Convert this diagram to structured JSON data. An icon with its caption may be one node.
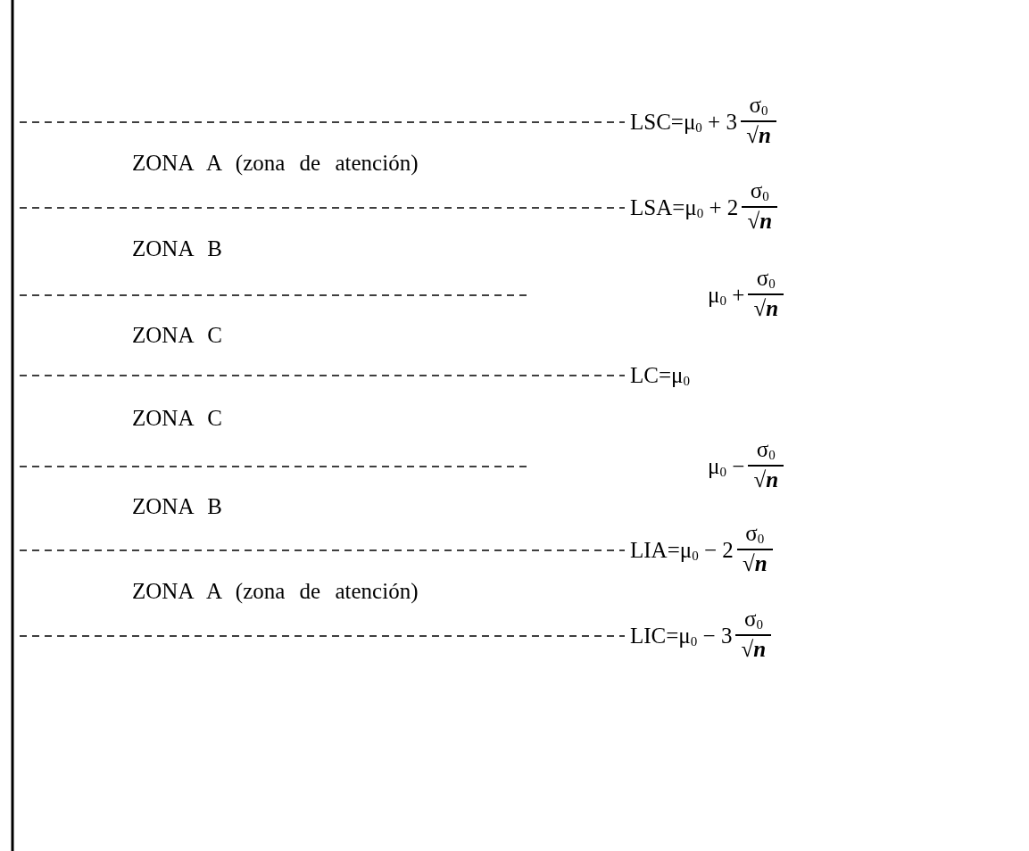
{
  "diagram": {
    "labels": [
      "LSC=μ$_{0}$ + 3",
      "σ$_{0}$",
      "√*n*",
      "ZONA A (zona de atención)",
      "LSA=μ$_{0}$ + 2",
      "σ$_{0}$",
      "√*n*",
      "ZONA B",
      "μ$_{0}$ + ",
      "σ$_{0}$",
      "√*n*",
      "ZONA C",
      "LC=μ$_{0}$",
      "ZONA C",
      "μ$_{0}$ − ",
      "σ$_{0}$",
      "√*n*",
      "ZONA B",
      "LIA=μ$_{0}$ − 2",
      "σ$_{0}$",
      "√*n*",
      "ZONA A (zona de atención)",
      "LIC=μ$_{0}$ − 3",
      "σ$_{0}$",
      "√*n*"
    ]
  }
}
